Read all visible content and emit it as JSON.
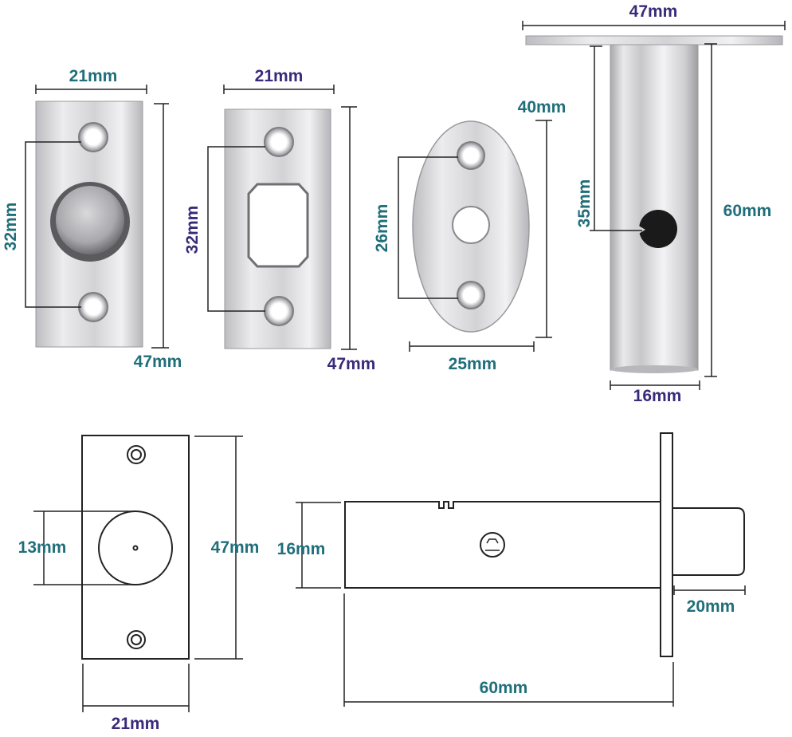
{
  "colors": {
    "label_purple": "#3a2a7a",
    "label_teal": "#1f6e7a",
    "metal_light": "#e8e8ea",
    "metal_mid": "#c9c9cc",
    "metal_dark": "#8f8f94",
    "line": "#222222"
  },
  "photo_row": {
    "strike_plate_1": {
      "width_label": "21mm",
      "hole_spacing_label": "32mm",
      "height_label": "47mm"
    },
    "strike_plate_2": {
      "width_label": "21mm",
      "hole_spacing_label": "32mm",
      "height_label": "47mm"
    },
    "oval_plate": {
      "height_label": "40mm",
      "hole_spacing_label": "26mm",
      "width_label": "25mm"
    },
    "bolt_body": {
      "flange_width_label": "47mm",
      "keyhole_offset_label": "35mm",
      "length_label": "60mm",
      "diameter_label": "16mm"
    }
  },
  "drawing_row": {
    "front_view": {
      "bolt_diameter_label": "13mm",
      "height_label": "47mm",
      "width_label": "21mm"
    },
    "side_view": {
      "body_diameter_label": "16mm",
      "bolt_throw_label": "20mm",
      "body_length_label": "60mm"
    }
  }
}
